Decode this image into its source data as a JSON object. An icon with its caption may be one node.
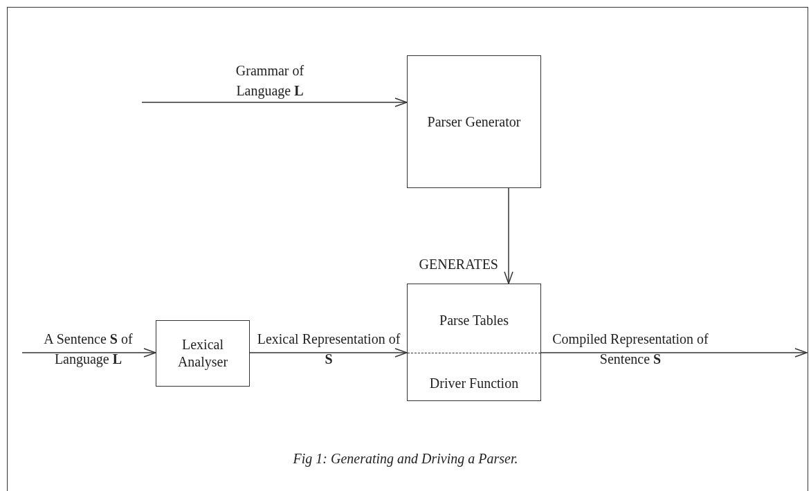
{
  "diagram": {
    "caption": "Fig 1: Generating and Driving a Parser.",
    "nodes": [
      {
        "text": [
          "Parser Generator"
        ]
      },
      {
        "text": [
          "Parse Tables",
          "Driver Function"
        ]
      },
      {
        "text": [
          "Lexical Analyser"
        ]
      }
    ],
    "edges": [
      {
        "from": null,
        "to": 0,
        "arrow": "to",
        "label": "Grammar of Language **L**"
      },
      {
        "from": 0,
        "to": 1,
        "arrow": "to",
        "label": "GENERATES"
      },
      {
        "from": null,
        "to": 2,
        "arrow": "to",
        "label": "A Sentence **S** of Language **L**"
      },
      {
        "from": 2,
        "to": 1,
        "arrow": "to",
        "label": "Lexical Representation of **S**"
      },
      {
        "from": 1,
        "to": null,
        "arrow": "to",
        "label": "Compiled Representation of Sentence **S**"
      }
    ]
  }
}
